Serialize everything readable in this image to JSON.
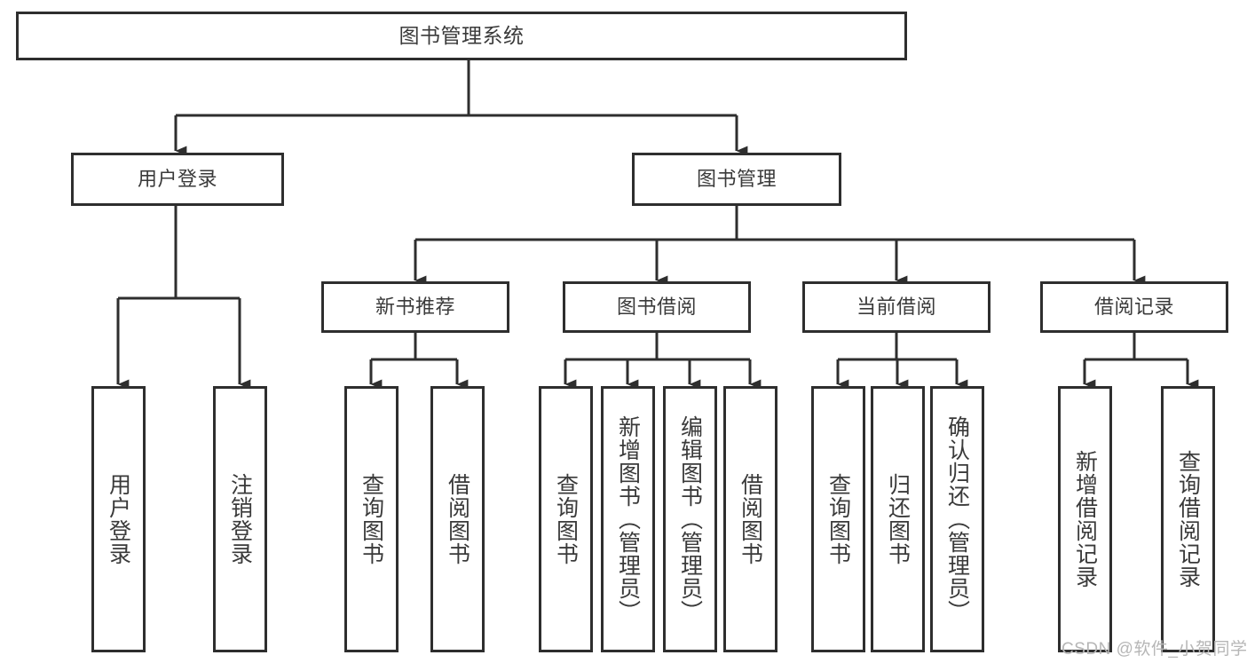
{
  "diagram": {
    "title": "图书管理系统",
    "type": "tree-hierarchy",
    "watermark": "CSDN @软件_小贺同学",
    "colors": {
      "stroke": "#2e2e2e",
      "text": "#3a3a3a",
      "background": "#ffffff",
      "watermark": "#b6b6b6"
    },
    "root": {
      "label": "图书管理系统"
    },
    "level2": [
      {
        "label": "用户登录"
      },
      {
        "label": "图书管理"
      }
    ],
    "level3": [
      {
        "label": "新书推荐"
      },
      {
        "label": "图书借阅"
      },
      {
        "label": "当前借阅"
      },
      {
        "label": "借阅记录"
      }
    ],
    "leaves": {
      "user_login": [
        {
          "label": "用户登录"
        },
        {
          "label": "注销登录"
        }
      ],
      "new_book_recommend": [
        {
          "label": "查询图书"
        },
        {
          "label": "借阅图书"
        }
      ],
      "book_borrow": [
        {
          "label": "查询图书"
        },
        {
          "label": "新增图书（管理员）"
        },
        {
          "label": "编辑图书（管理员）"
        },
        {
          "label": "借阅图书"
        }
      ],
      "current_borrow": [
        {
          "label": "查询图书"
        },
        {
          "label": "归还图书"
        },
        {
          "label": "确认归还（管理员）"
        }
      ],
      "borrow_record": [
        {
          "label": "新增借阅记录"
        },
        {
          "label": "查询借阅记录"
        }
      ]
    }
  }
}
